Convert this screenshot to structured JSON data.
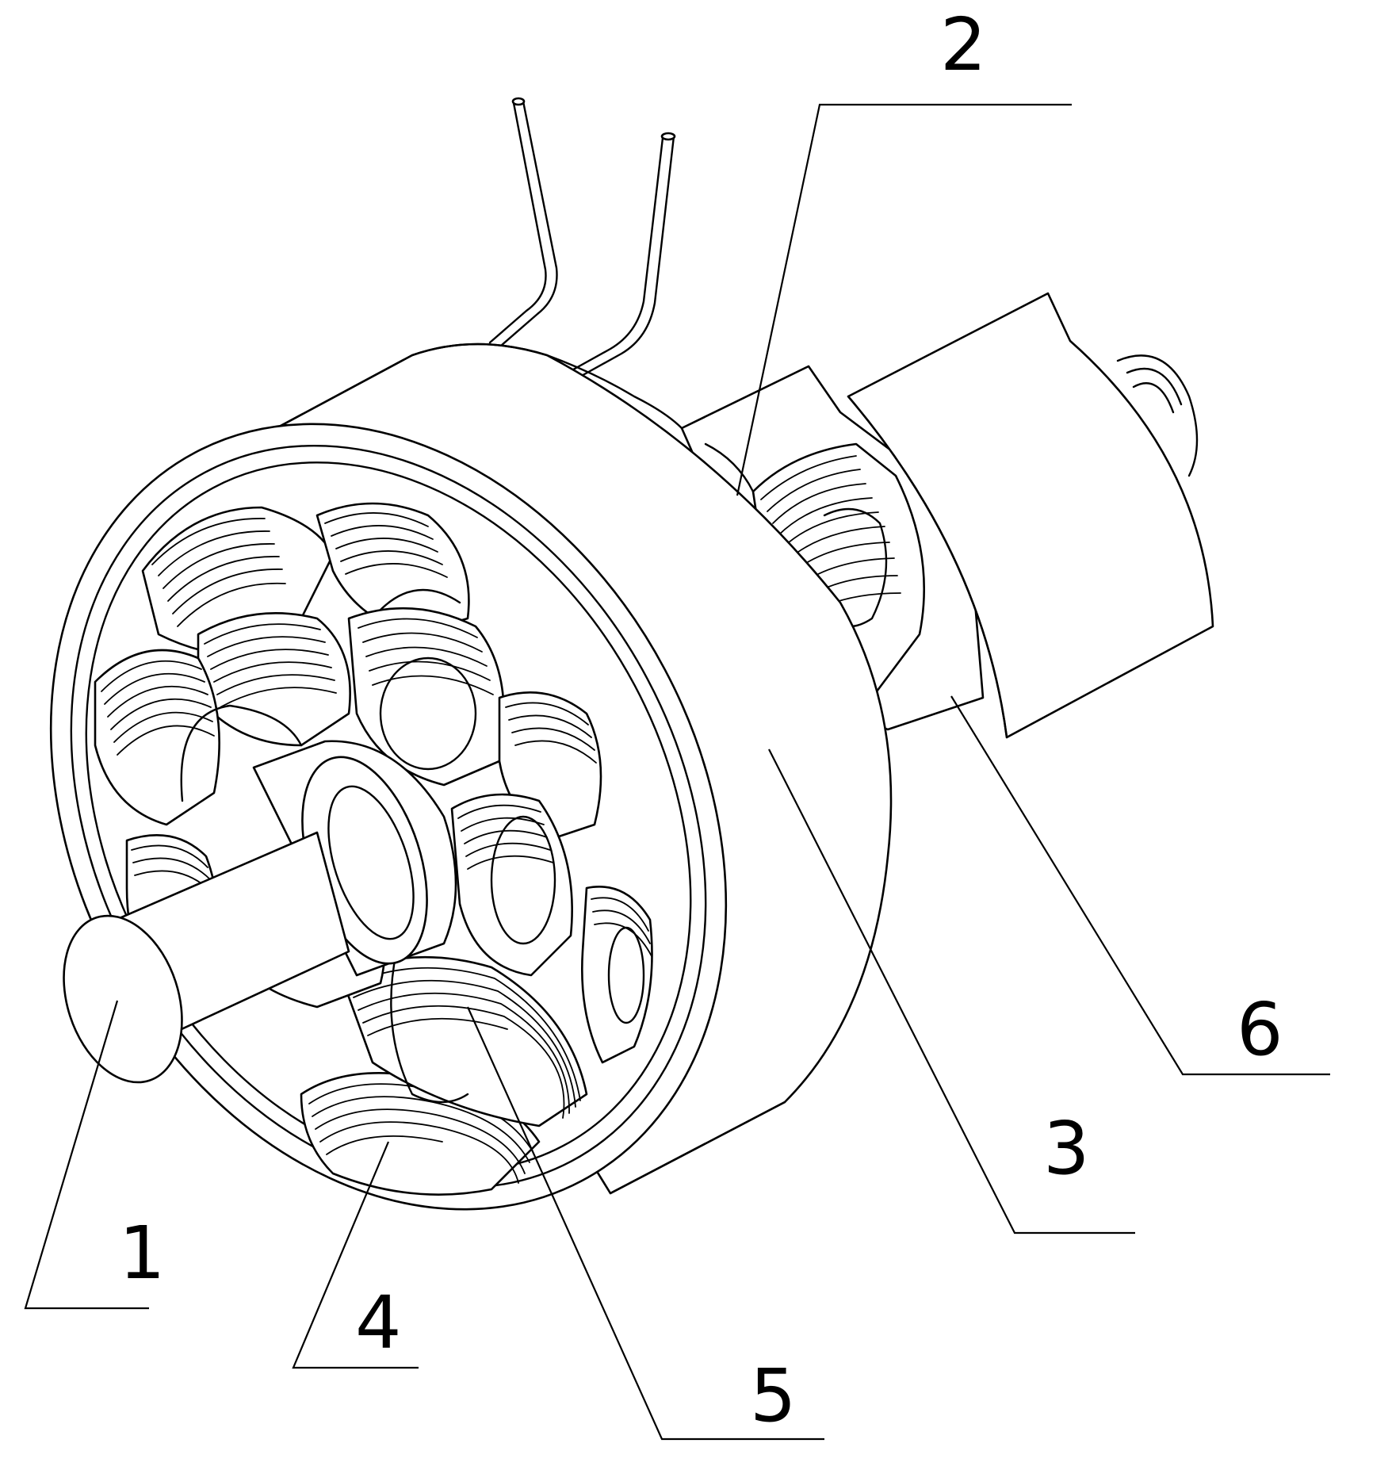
{
  "figure": {
    "labels": [
      "1",
      "2",
      "3",
      "4",
      "5",
      "6"
    ]
  },
  "callouts": {
    "c1": "1",
    "c2": "2",
    "c3": "3",
    "c4": "4",
    "c5": "5",
    "c6": "6"
  }
}
